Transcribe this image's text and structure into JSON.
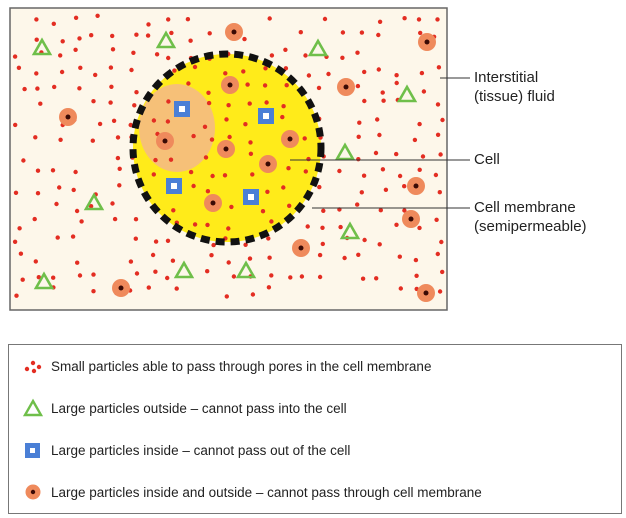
{
  "labels": {
    "interstitial": "Interstitial\n(tissue) fluid",
    "cell": "Cell",
    "membrane": "Cell membrane\n(semipermeable)"
  },
  "legend": {
    "small_particles": "Small particles able to pass through pores in the cell membrane",
    "large_outside": "Large particles outside – cannot pass into the cell",
    "large_inside": "Large particles inside – cannot pass out of the cell",
    "large_both": "Large particles inside and outside – cannot pass through cell membrane"
  },
  "colors": {
    "fluid": "#fdf7ea",
    "cell": "#ffeb1a",
    "nucleus": "#f5b88a",
    "small_particle": "#e32d22",
    "triangle": "#6fbf4a",
    "square": "#4a7fd6",
    "orb": "#ef8a5c",
    "membrane": "#111111"
  }
}
